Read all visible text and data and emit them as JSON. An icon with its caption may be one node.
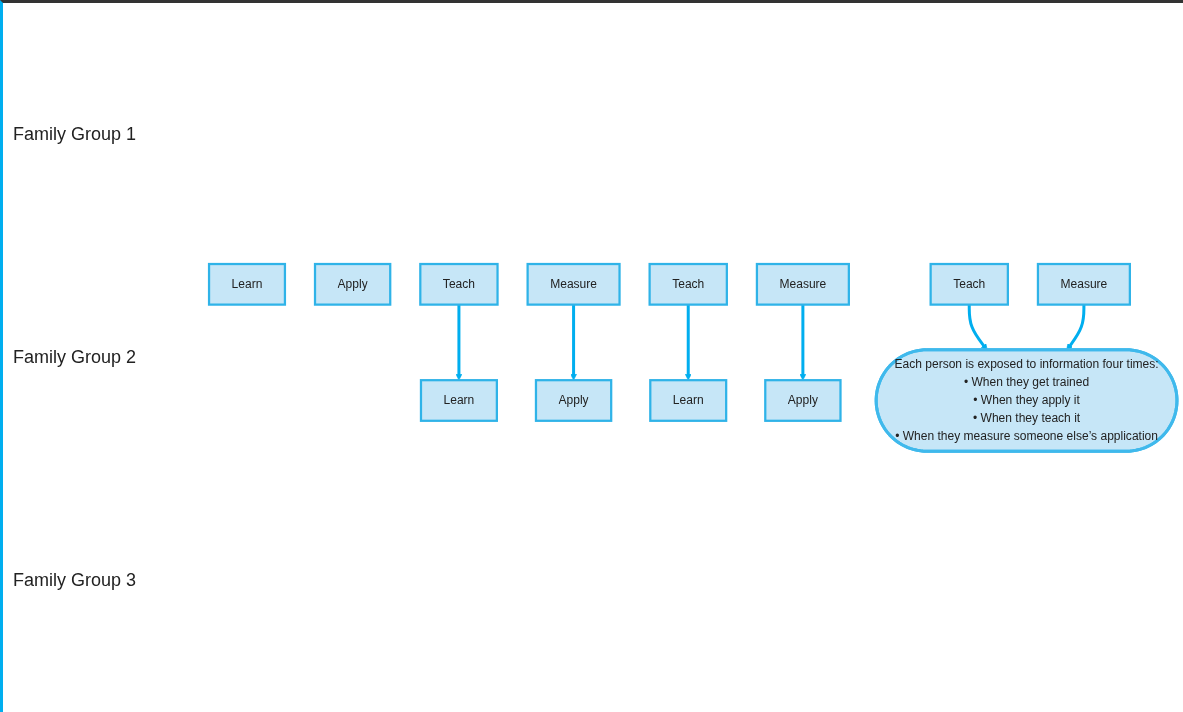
{
  "diagram": {
    "nodes": [
      {
        "text": [
          "Learn"
        ]
      },
      {
        "text": [
          "Apply"
        ]
      },
      {
        "text": [
          "Teach"
        ]
      },
      {
        "text": [
          "Measure"
        ]
      },
      {
        "text": [
          "Learn"
        ]
      },
      {
        "text": [
          "Apply"
        ]
      },
      {
        "text": [
          "Teach"
        ]
      },
      {
        "text": [
          "Measure"
        ]
      },
      {
        "text": [
          "Learn"
        ]
      },
      {
        "text": [
          "Apply"
        ]
      },
      {
        "text": [
          "Teach"
        ]
      },
      {
        "text": [
          "Measure"
        ]
      },
      {
        "text": [
          "Each person is exposed to information four times:",
          "• When they get trained",
          "• When they apply it",
          "• When they teach it",
          "• When they measure someone else’s application"
        ]
      }
    ],
    "edges": [
      {
        "from": 2,
        "to": 4,
        "arrow": "to"
      },
      {
        "from": 3,
        "to": 5,
        "arrow": "to"
      },
      {
        "from": 6,
        "to": 8,
        "arrow": "to"
      },
      {
        "from": 7,
        "to": 9,
        "arrow": "to"
      },
      {
        "from": 10,
        "to": 12,
        "arrow": "to"
      },
      {
        "from": 11,
        "to": 12,
        "arrow": "to"
      }
    ],
    "labels": [
      "Family Group 1",
      "Family Group 2",
      "Family Group 3"
    ]
  }
}
